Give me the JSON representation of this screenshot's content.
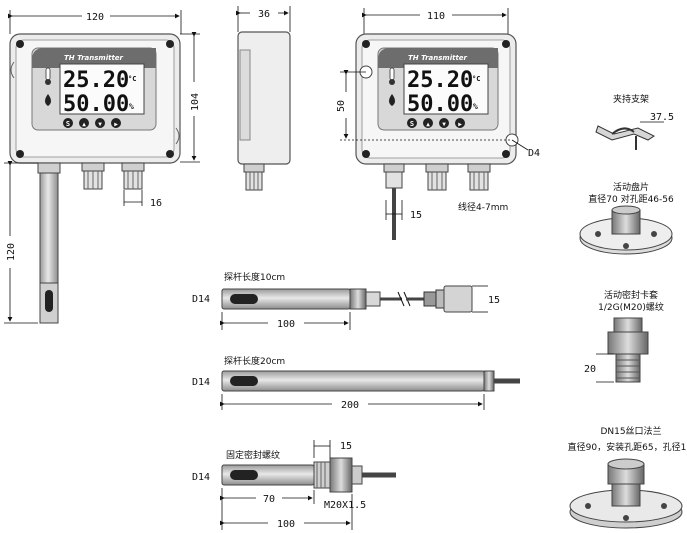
{
  "front": {
    "title": "TH Transmitter",
    "temp_value": "25.20",
    "temp_unit": "°C",
    "hum_value": "50.00",
    "hum_unit": "%",
    "buttons": [
      "S",
      "▲",
      "▼",
      "▶"
    ]
  },
  "dims": {
    "front_width": "120",
    "front_height": "104",
    "side_width": "36",
    "wall_width": "110",
    "wall_height": "50",
    "probe_len": "120",
    "gland": "16",
    "mount_hole": "D4",
    "cable_od": "15",
    "cable_range": "线径4-7mm"
  },
  "probes": [
    {
      "label": "探杆长度10cm",
      "diameter": "D14",
      "length": "100",
      "cable_od": "15"
    },
    {
      "label": "探杆长度20cm",
      "diameter": "D14",
      "length": "200"
    },
    {
      "label": "固定密封螺纹",
      "diameter": "D14",
      "length_a": "70",
      "length_b": "100",
      "thread": "M20X1.5",
      "nut": "15"
    }
  ],
  "accessories": [
    {
      "title": "夹持支架",
      "dim": "37.5"
    },
    {
      "title": "活动盘片",
      "subtitle": "直径70 对孔距46-56"
    },
    {
      "title": "活动密封卡套",
      "subtitle": "1/2G(M20)螺纹",
      "dim": "20"
    },
    {
      "title": "DN15丝口法兰",
      "subtitle": "直径90，安装孔距65，孔径1"
    }
  ]
}
